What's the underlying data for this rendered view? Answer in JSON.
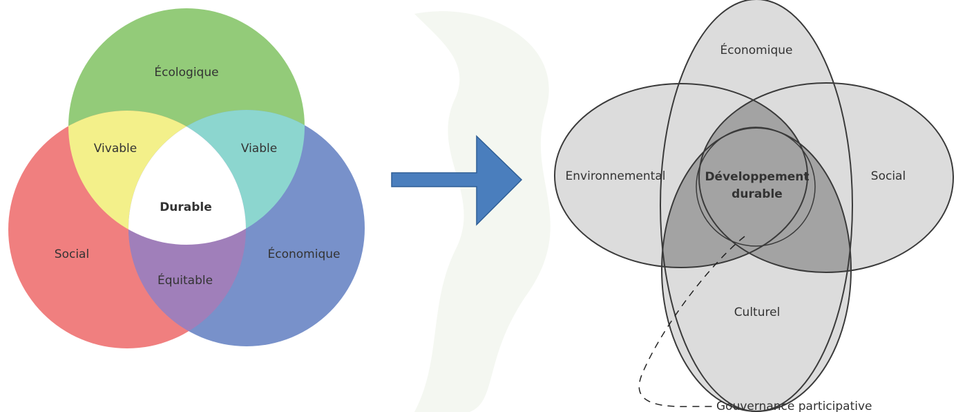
{
  "left_diagram": {
    "ecologique": "Écologique",
    "social": "Social",
    "economique": "Économique",
    "vivable": "Vivable",
    "viable": "Viable",
    "equitable": "Équitable",
    "durable": "Durable",
    "colors": {
      "ecologique": "#93cb79",
      "social": "#f07f7f",
      "economique": "#7891ca",
      "vivable": "#f3f08a",
      "viable": "#8cd6cf",
      "equitable": "#a07fba",
      "durable": "#ffffff"
    }
  },
  "right_diagram": {
    "economique": "Économique",
    "environnemental": "Environnemental",
    "social": "Social",
    "culturel": "Culturel",
    "center_line1": "Développement",
    "center_line2": "durable",
    "gouvernance": "Gouvernance participative",
    "colors": {
      "single": "#dcdcdc",
      "double": "#c0c0c0",
      "triple": "#a3a3a3",
      "stroke": "#3a3a3a"
    }
  },
  "arrow": {
    "color": "#4a7ebd"
  },
  "background": {
    "watermark_color": "#f4f7f1"
  }
}
